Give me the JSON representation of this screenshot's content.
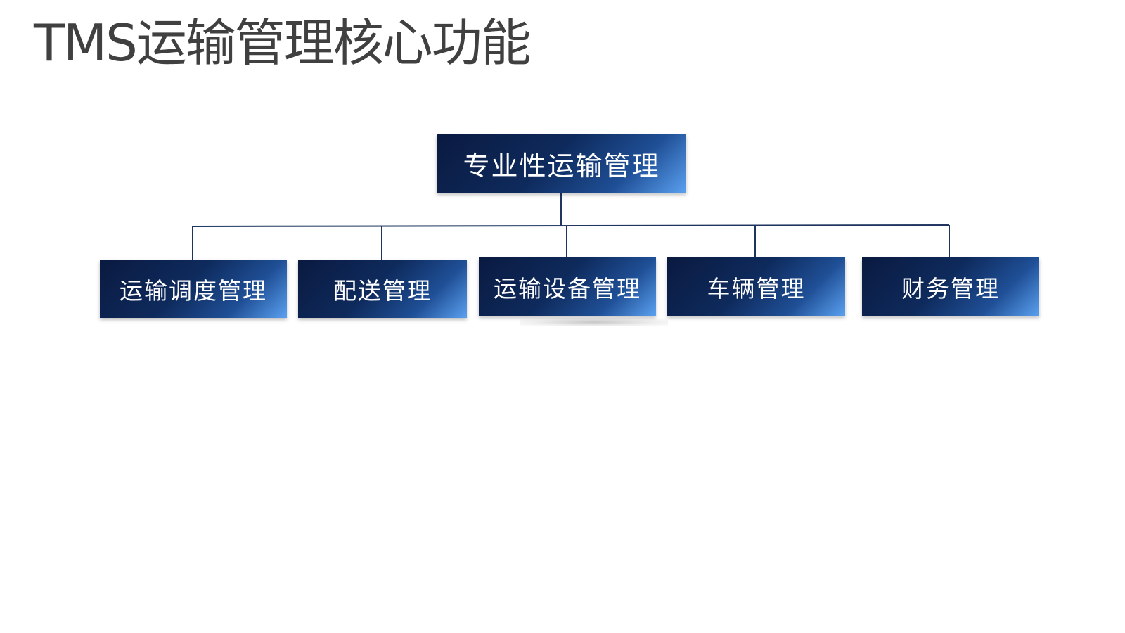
{
  "slide": {
    "title": "TMS运输管理核心功能"
  },
  "diagram": {
    "root": {
      "label": "专业性运输管理"
    },
    "children": [
      {
        "label": "运输调度管理"
      },
      {
        "label": "配送管理"
      },
      {
        "label": "运输设备管理"
      },
      {
        "label": "车辆管理"
      },
      {
        "label": "财务管理"
      }
    ],
    "colors": {
      "node_dark": "#0a1a40",
      "node_light": "#5aa0f0",
      "connector": "#1f3560",
      "title_text": "#404040"
    }
  }
}
